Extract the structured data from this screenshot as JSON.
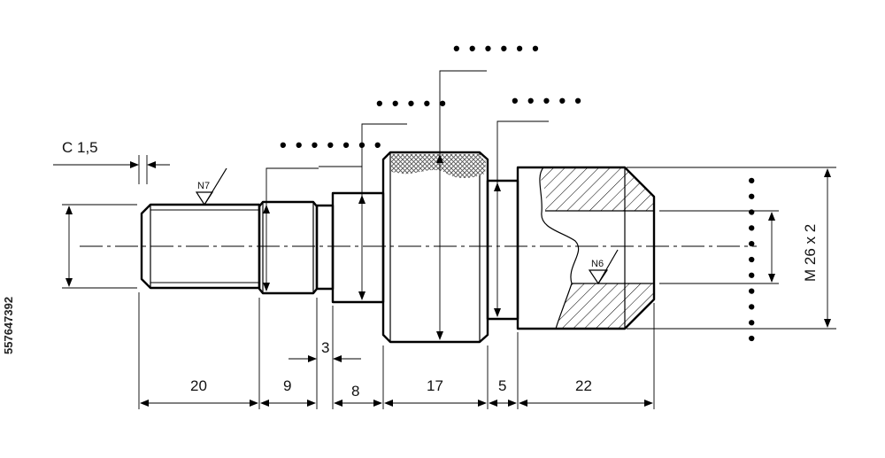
{
  "chamfer_label": "C 1,5",
  "thread_label": "M 26 x 2",
  "surface_finish": {
    "left": "N7",
    "right": "N6"
  },
  "placeholder_dots": {
    "top": "• • • • • •",
    "upper_left": "• • • • •",
    "upper_right": "• • • • •",
    "left": "• • • • • • •",
    "vertical": "• • • • • • • • • • •"
  },
  "dimensions": {
    "d1": "20",
    "d2": "9",
    "d3": "3",
    "d4": "8",
    "d5": "17",
    "d6": "5",
    "d7": "22"
  },
  "stock_id": "557647392",
  "colors": {
    "line": "#000000",
    "background": "#ffffff",
    "knurl": "#555555"
  }
}
